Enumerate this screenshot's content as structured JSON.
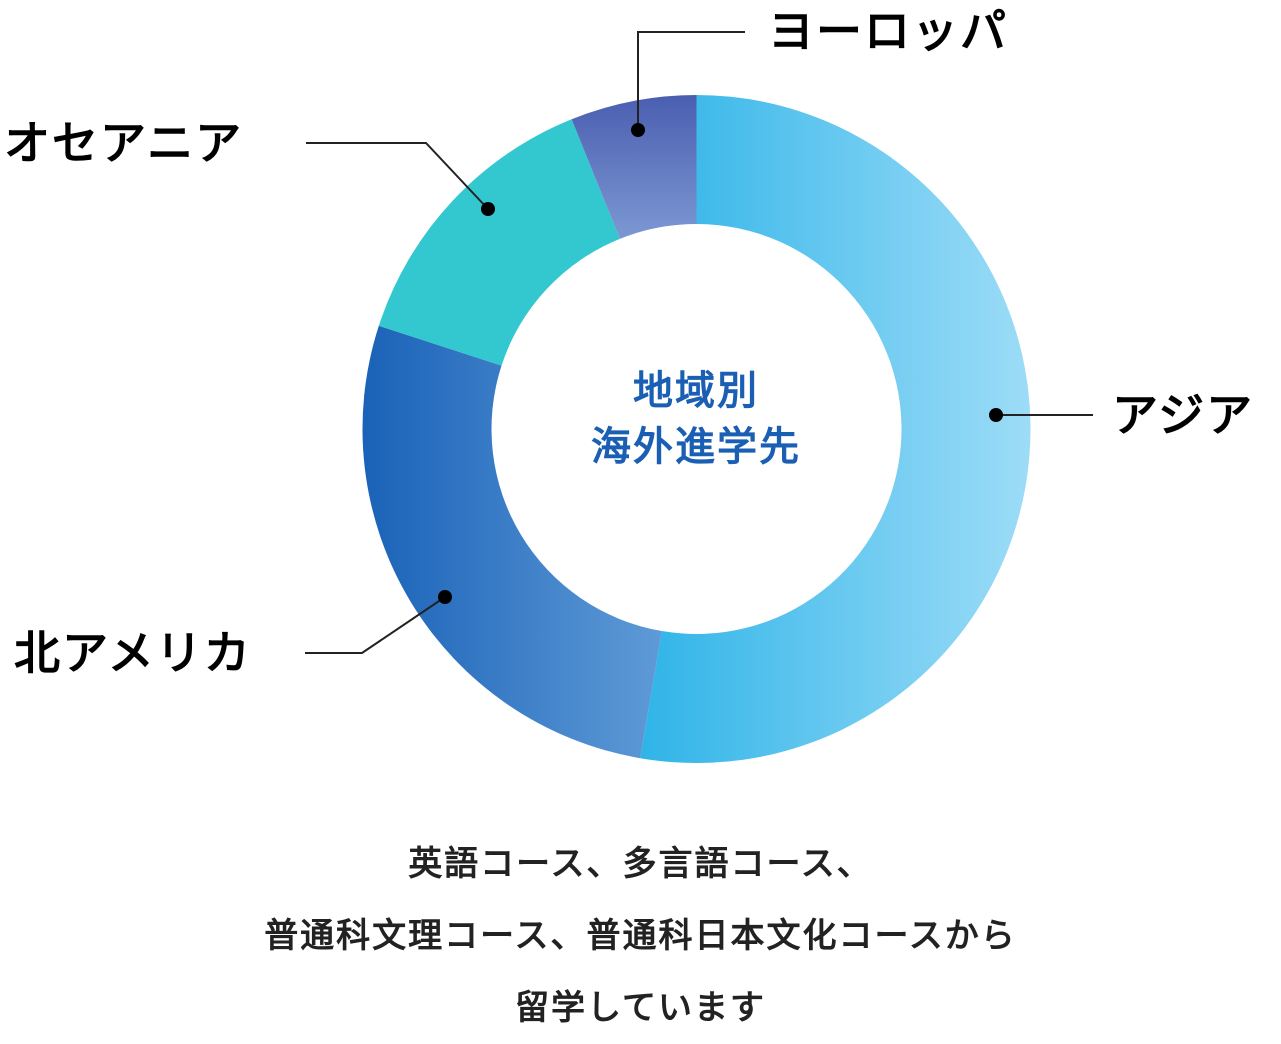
{
  "chart_data": {
    "type": "pie",
    "subtype": "donut",
    "title": "地域別 海外進学先",
    "categories": [
      "アジア",
      "北アメリカ",
      "オセアニア",
      "ヨーロッパ"
    ],
    "values": [
      52.7,
      27.3,
      13.9,
      6.1
    ],
    "unit": "% (estimated from arc angles; no values shown)",
    "start_angle": "12 o'clock, clockwise",
    "colors": {
      "アジア": [
        "#2fb4e8",
        "#9ddcf7"
      ],
      "北アメリカ": [
        "#1a62b8",
        "#5e9ad6"
      ],
      "オセアニア": [
        "#33c8cf",
        "#33c8cf"
      ],
      "ヨーロッパ": [
        "#4a5eb0",
        "#7b97d2"
      ]
    },
    "legend": "callout labels with leader lines"
  },
  "center": {
    "line1": "地域別",
    "line2": "海外進学先"
  },
  "labels": {
    "asia": "アジア",
    "north_america": "北アメリカ",
    "oceania": "オセアニア",
    "europe": "ヨーロッパ"
  },
  "caption": {
    "line1": "英語コース、多言語コース、",
    "line2": "普通科文理コース、普通科日本文化コースから",
    "line3": "留学しています"
  }
}
